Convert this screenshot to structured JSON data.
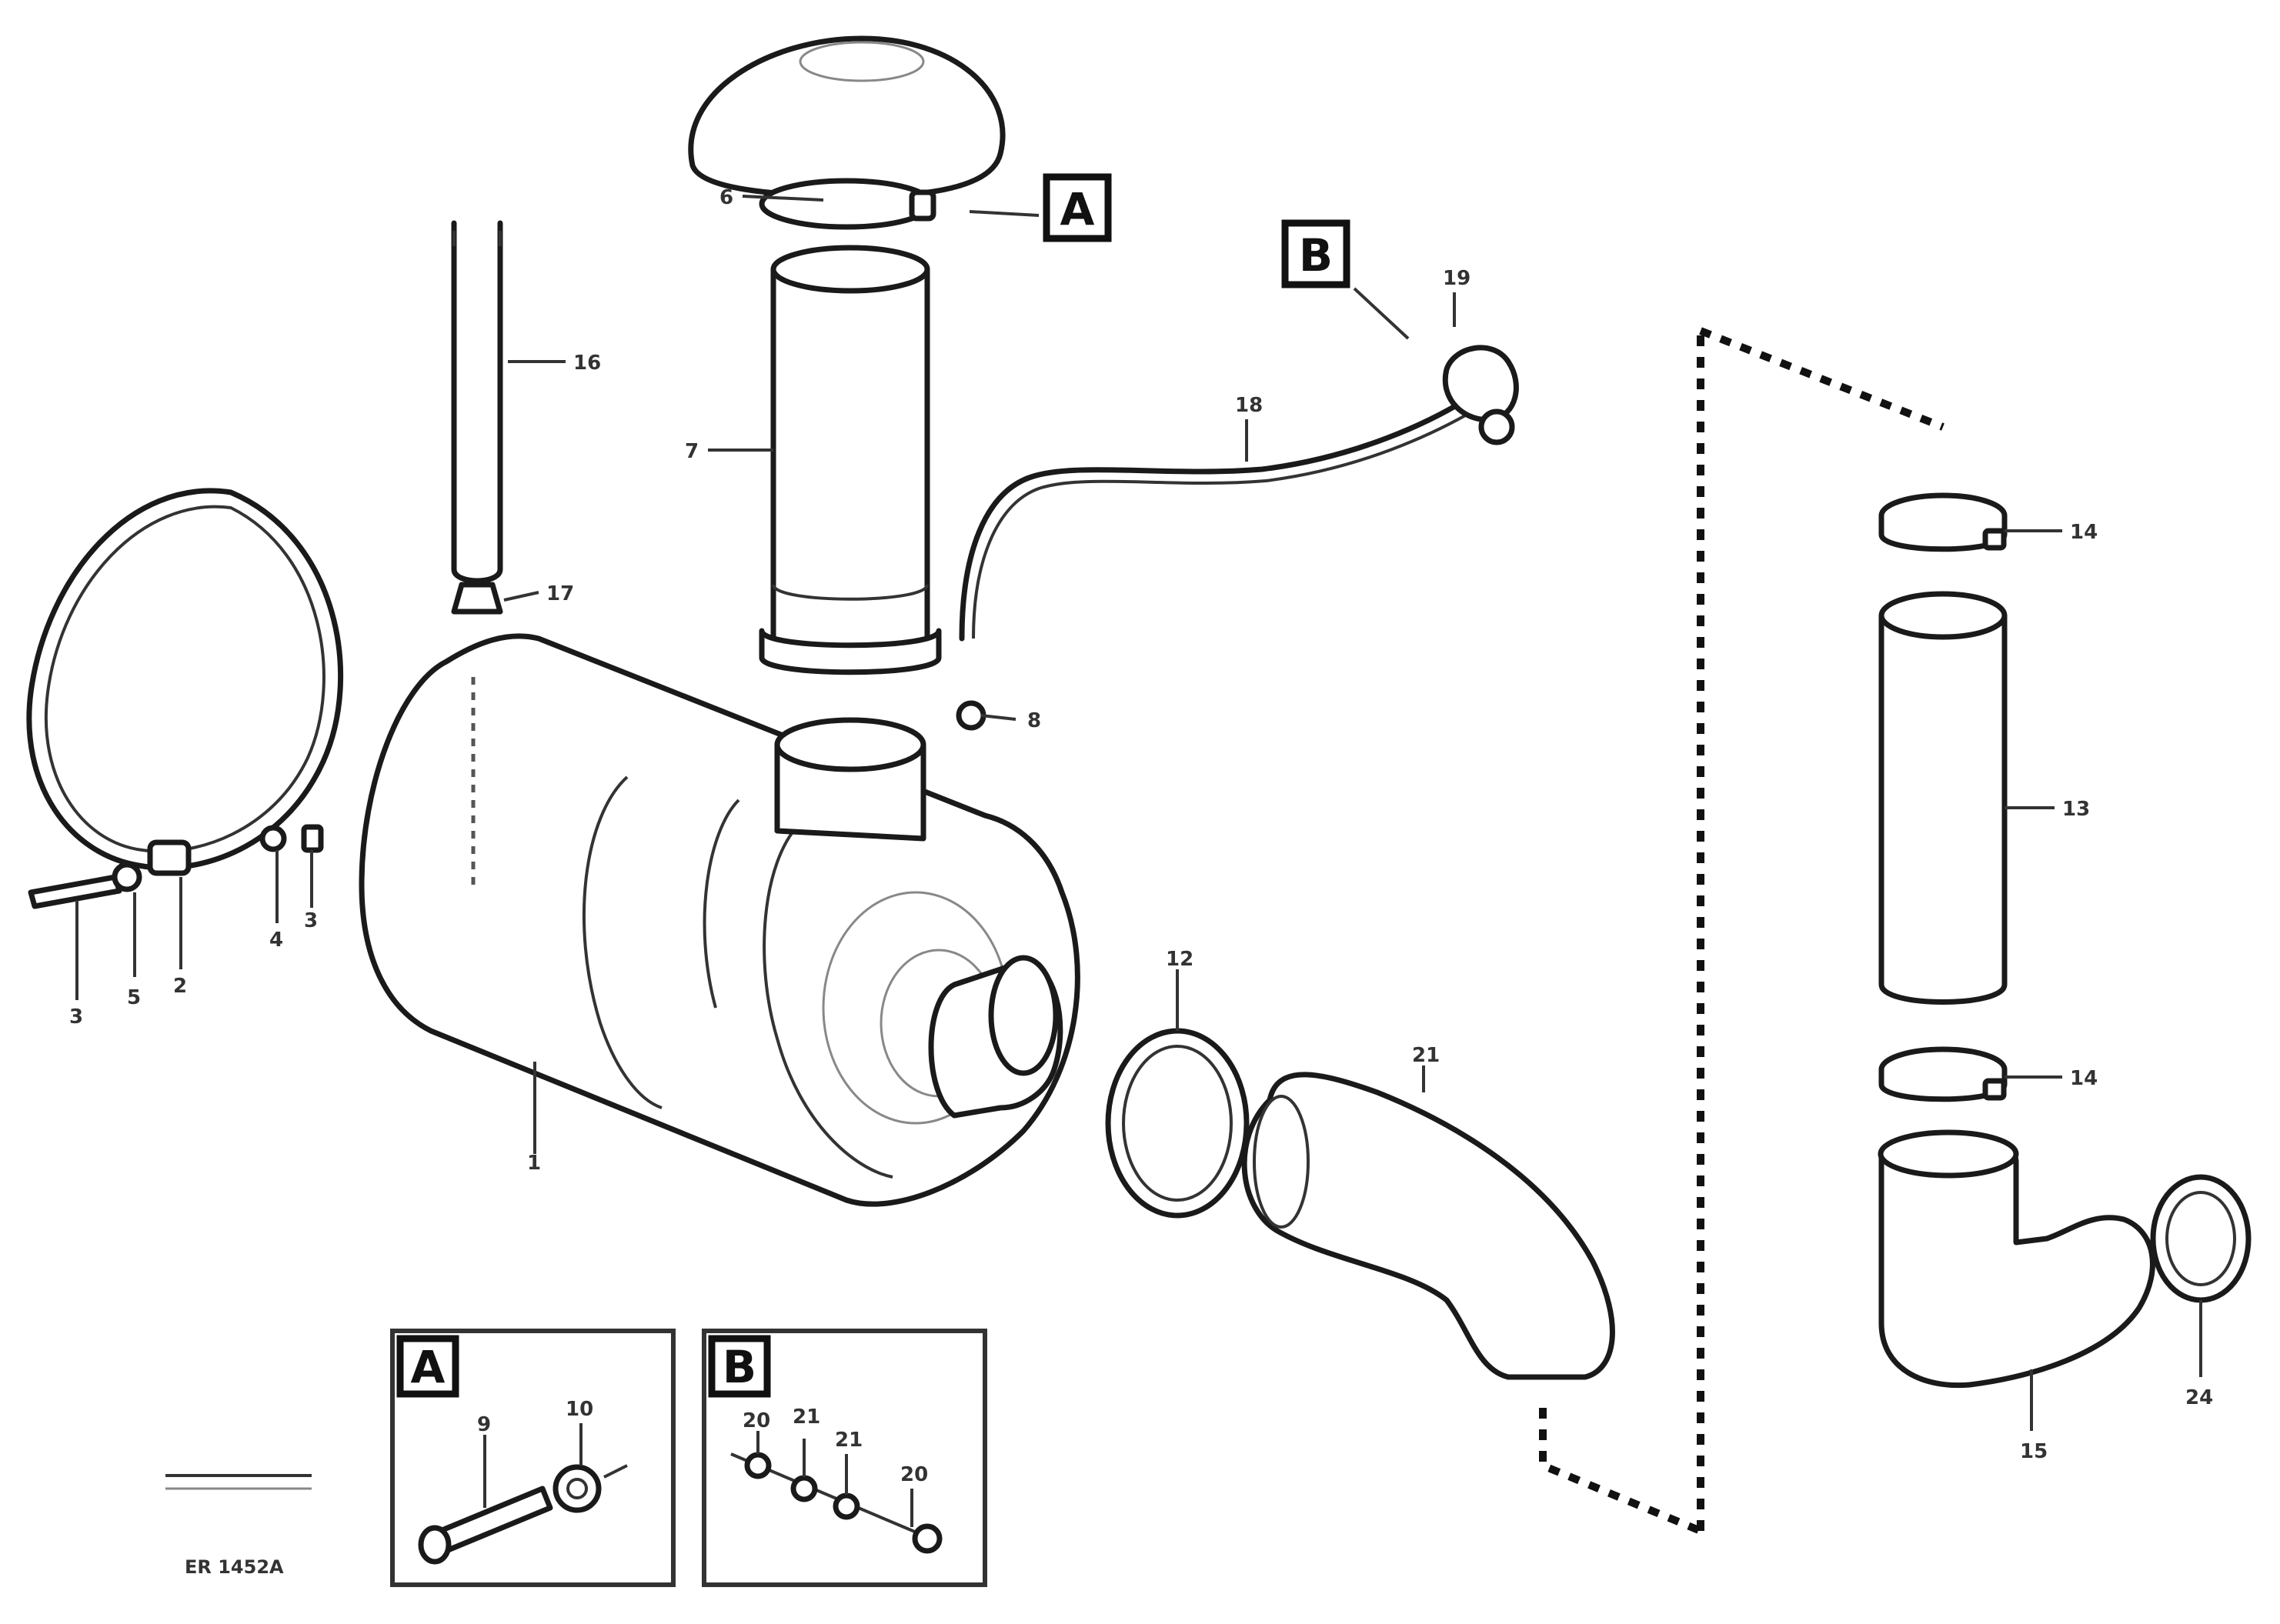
{
  "callouts": {
    "box_a": "A",
    "box_b": "B",
    "inset_a": "A",
    "inset_b": "B"
  },
  "labels": {
    "n1": "1",
    "n2": "2",
    "n3a": "3",
    "n3b": "3",
    "n4": "4",
    "n5a": "5",
    "n6": "6",
    "n7": "7",
    "n8": "8",
    "n9": "9",
    "n10": "10",
    "n12": "12",
    "n13": "13",
    "n14a": "14",
    "n14b": "14",
    "n15": "15",
    "n16": "16",
    "n17": "17",
    "n18": "18",
    "n19": "19",
    "n21": "21",
    "n24": "24"
  },
  "inset_labels": {
    "a9": "9",
    "a10": "10",
    "b_one": "20",
    "b_two": "21",
    "b_three": "21",
    "b_four": "20"
  },
  "drawing_ref": "ER 1452A"
}
